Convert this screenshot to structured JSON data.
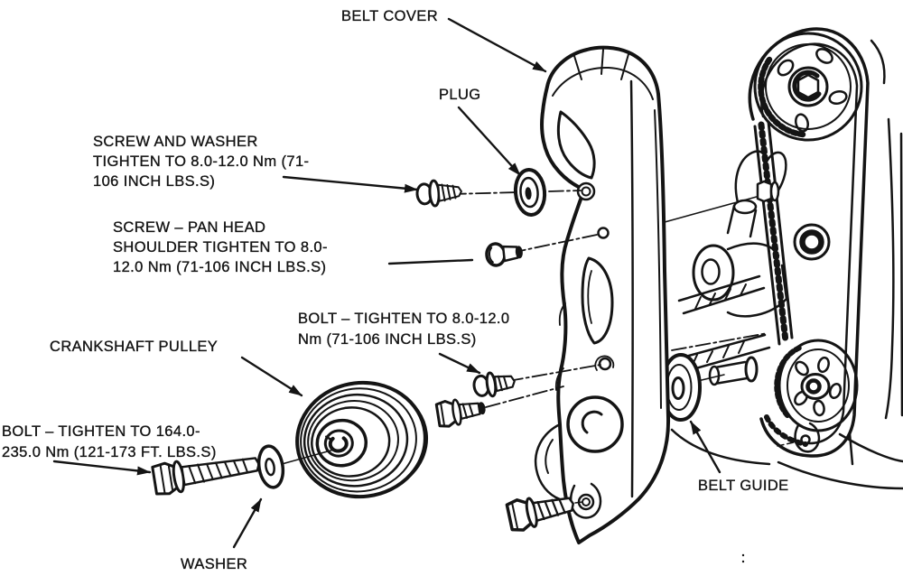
{
  "meta": {
    "figure_type": "exploded technical line drawing",
    "subject": "engine timing belt cover assembly"
  },
  "colors": {
    "ink": "#141414",
    "paper": "#ffffff"
  },
  "labels": {
    "belt_cover": "BELT COVER",
    "plug": "PLUG",
    "screw_washer": [
      "SCREW AND WASHER",
      "TIGHTEN TO 8.0-12.0 Nm (71-",
      "106 INCH LBS.S)"
    ],
    "screw_pan": [
      "SCREW – PAN HEAD",
      "SHOULDER TIGHTEN TO 8.0-",
      "12.0 Nm (71-106 INCH LBS.S)"
    ],
    "bolt_cover": [
      "BOLT – TIGHTEN TO 8.0-12.0",
      "Nm (71-106 INCH LBS.S)"
    ],
    "crankshaft_pulley": "CRANKSHAFT PULLEY",
    "bolt_crankshaft": [
      "BOLT – TIGHTEN TO 164.0-",
      "235.0 Nm (121-173 FT. LBS.S)"
    ],
    "washer": "WASHER",
    "belt_guide": "BELT GUIDE"
  }
}
